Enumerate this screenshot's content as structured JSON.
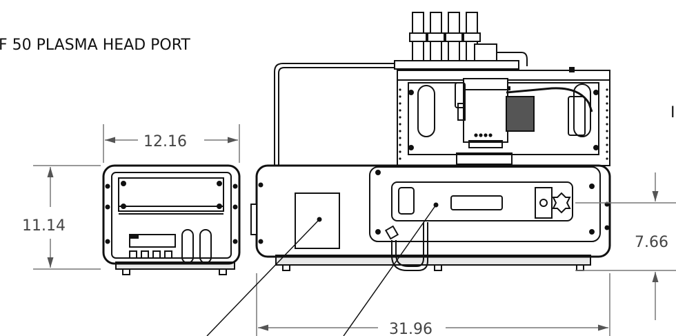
{
  "labels": {
    "plasma_head_port": "F 50 PLASMA HEAD PORT",
    "right_edge_fragment": "I"
  },
  "dimensions": {
    "width_small": "12.16",
    "height_small": "11.14",
    "width_large": "31.96",
    "height_large": "7.66"
  }
}
